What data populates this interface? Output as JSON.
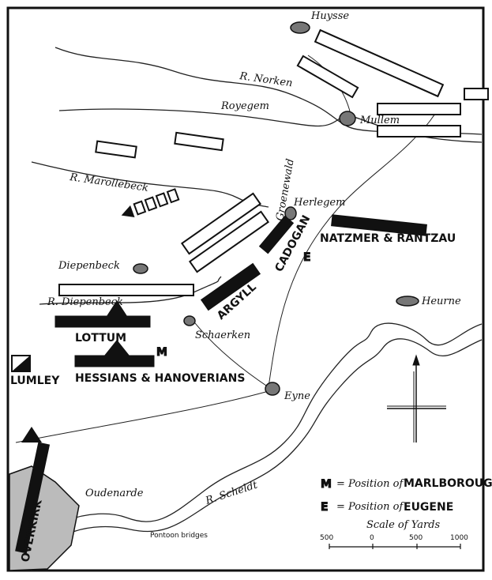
{
  "places": {
    "huysse": "Huysse",
    "royegem": "Royegem",
    "mullem": "Mullem",
    "herlegem": "Herlegem",
    "groenewald": "Groenewald",
    "diepenbeck": "Diepenbeck",
    "schaerken": "Schaerken",
    "heurne": "Heurne",
    "eyne": "Eyne",
    "oudenarde": "Oudenarde"
  },
  "rivers": {
    "norken": "R. Norken",
    "marollebeck": "R. Marollebeck",
    "diepenbeck": "R. Diepenbeck",
    "scheldt": "R. Scheldt"
  },
  "units": {
    "natzmer": "NATZMER & RANTZAU",
    "cadogan": "CADOGAN",
    "argyll": "ARGYLL",
    "lottum": "LOTTUM",
    "hessians": "HESSIANS & HANOVERIANS",
    "lumley": "LUMLEY",
    "overkirk": "OVERKIRK"
  },
  "markers": {
    "marlborough": "M",
    "eugene": "E"
  },
  "annotations": {
    "pontoon": "Pontoon bridges"
  },
  "legend": {
    "m_symbol": "M",
    "m_prefix": "= Position of",
    "m_name": "MARLBOROUGH",
    "e_symbol": "E",
    "e_prefix": "= Position of",
    "e_name": "EUGENE",
    "scale_title": "Scale of Yards",
    "scale_ticks": [
      "500",
      "0",
      "500",
      "1000"
    ]
  }
}
